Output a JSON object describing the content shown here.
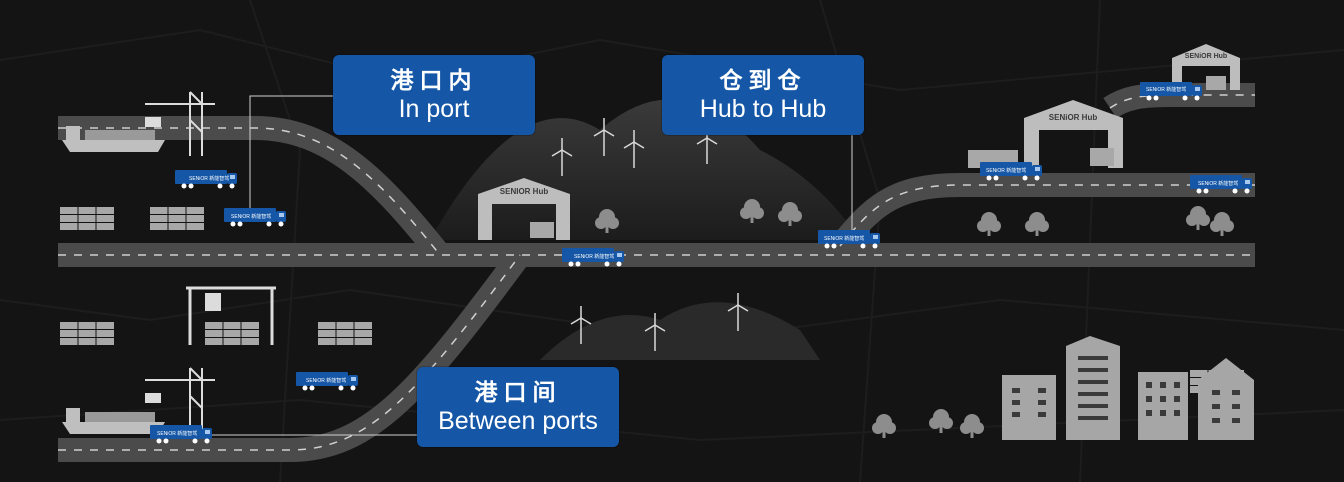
{
  "scenarios": {
    "in_port": {
      "zh": "港口内",
      "en": "In port"
    },
    "hub_to_hub": {
      "zh": "仓到仓",
      "en": "Hub to Hub"
    },
    "between_ports": {
      "zh": "港口间",
      "en": "Between ports"
    }
  },
  "hub_label": "SENIOR Hub",
  "hub_label_alt": "SENiOR Hub",
  "truck_brand": "SENiOR 新能智驾",
  "colors": {
    "background": "#141414",
    "road": "#4b4b4b",
    "label_box": "#1557a6",
    "truck": "#1557a6",
    "hub": "#bdbdbd",
    "containers": "#a8a8a8"
  },
  "icons": [
    "crane-icon",
    "ship-icon",
    "truck-icon",
    "warehouse-icon",
    "wind-turbine-icon",
    "tree-icon",
    "building-icon",
    "mountain-icon"
  ]
}
